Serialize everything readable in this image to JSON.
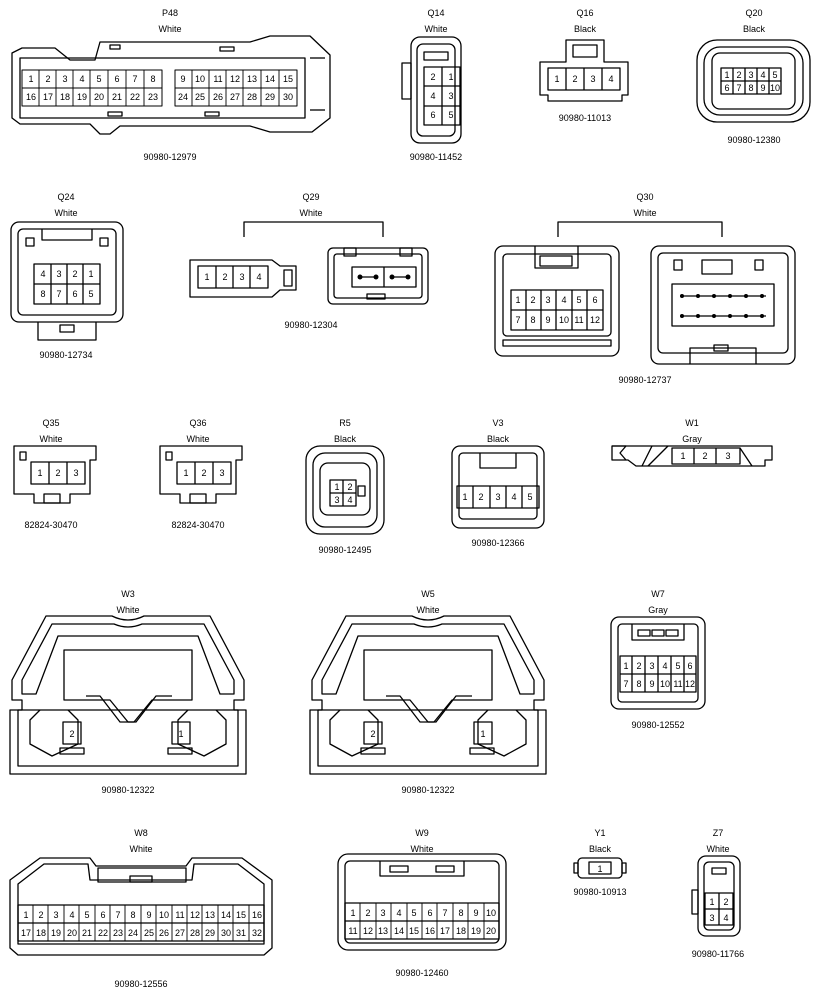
{
  "connectors": {
    "P48": {
      "id": "P48",
      "color": "White",
      "part": "90980-12979"
    },
    "Q14": {
      "id": "Q14",
      "color": "White",
      "part": "90980-11452"
    },
    "Q16": {
      "id": "Q16",
      "color": "Black",
      "part": "90980-11013"
    },
    "Q20": {
      "id": "Q20",
      "color": "Black",
      "part": "90980-12380"
    },
    "Q24": {
      "id": "Q24",
      "color": "White",
      "part": "90980-12734"
    },
    "Q29": {
      "id": "Q29",
      "color": "White",
      "part": "90980-12304"
    },
    "Q30": {
      "id": "Q30",
      "color": "White",
      "part": "90980-12737"
    },
    "Q35": {
      "id": "Q35",
      "color": "White",
      "part": "82824-30470"
    },
    "Q36": {
      "id": "Q36",
      "color": "White",
      "part": "82824-30470"
    },
    "R5": {
      "id": "R5",
      "color": "Black",
      "part": "90980-12495"
    },
    "V3": {
      "id": "V3",
      "color": "Black",
      "part": "90980-12366"
    },
    "W1": {
      "id": "W1",
      "color": "Gray",
      "part": ""
    },
    "W3": {
      "id": "W3",
      "color": "White",
      "part": "90980-12322"
    },
    "W5": {
      "id": "W5",
      "color": "White",
      "part": "90980-12322"
    },
    "W7": {
      "id": "W7",
      "color": "Gray",
      "part": "90980-12552"
    },
    "W8": {
      "id": "W8",
      "color": "White",
      "part": "90980-12556"
    },
    "W9": {
      "id": "W9",
      "color": "White",
      "part": "90980-12460"
    },
    "Y1": {
      "id": "Y1",
      "color": "Black",
      "part": "90980-10913"
    },
    "Z7": {
      "id": "Z7",
      "color": "White",
      "part": "90980-11766"
    }
  }
}
